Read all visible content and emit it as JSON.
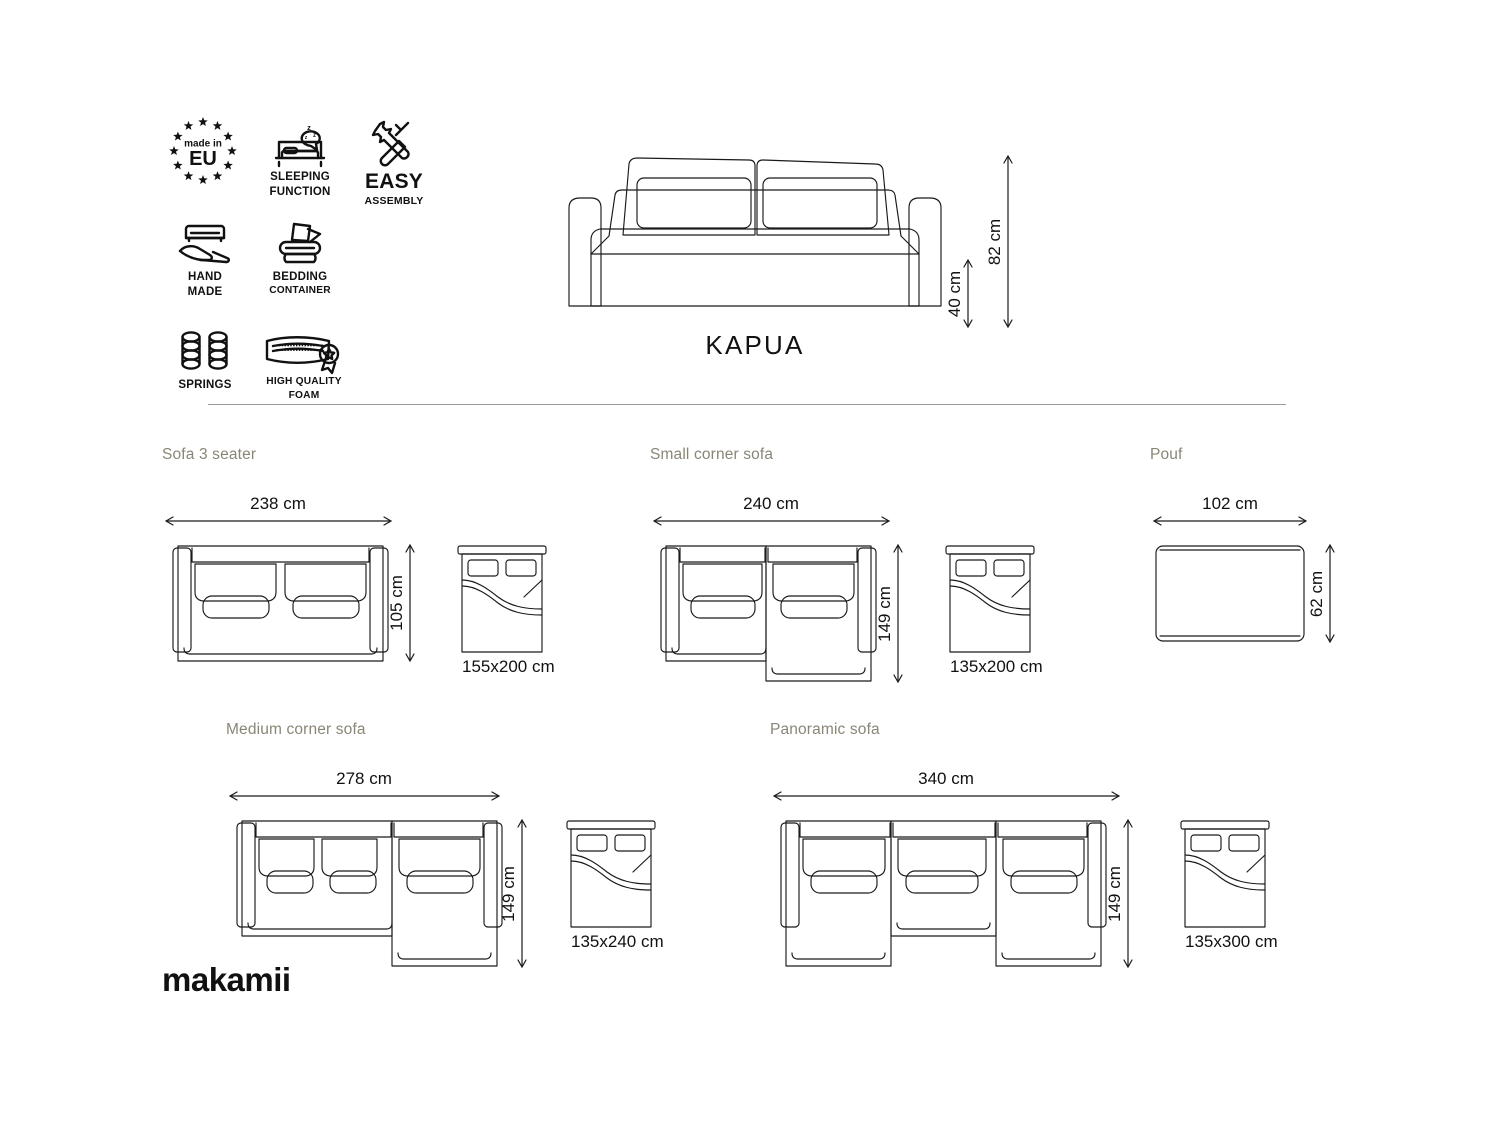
{
  "product": {
    "name": "KAPUA",
    "brand": "makamii"
  },
  "features": [
    {
      "id": "made-in-eu",
      "icon": "eu-stars-icon",
      "line1": "made in",
      "line2": "EU"
    },
    {
      "id": "sleeping",
      "icon": "sleeping-sofa-icon",
      "line1": "SLEEPING",
      "line2": "FUNCTION"
    },
    {
      "id": "easy-assembly",
      "icon": "tools-icon",
      "line1": "EASY",
      "line2": "ASSEMBLY"
    },
    {
      "id": "hand-made",
      "icon": "hand-sofa-icon",
      "line1": "HAND",
      "line2": "MADE"
    },
    {
      "id": "bedding",
      "icon": "bedding-stack-icon",
      "line1": "BEDDING",
      "line2": "CONTAINER"
    },
    {
      "id": "springs",
      "icon": "coil-springs-icon",
      "line1": "SPRINGS",
      "line2": ""
    },
    {
      "id": "high-foam",
      "icon": "foam-award-icon",
      "line1": "HIGH QUALITY",
      "line2": "FOAM"
    }
  ],
  "hero": {
    "height_total": "82 cm",
    "height_seat": "40 cm"
  },
  "variants": [
    {
      "id": "sofa-3-seater",
      "title": "Sofa 3 seater",
      "width": "238 cm",
      "depth": "105 cm",
      "bed": "155x200 cm"
    },
    {
      "id": "small-corner-sofa",
      "title": "Small corner sofa",
      "width": "240 cm",
      "depth": "149 cm",
      "bed": "135x200 cm"
    },
    {
      "id": "pouf",
      "title": "Pouf",
      "width": "102 cm",
      "depth": "62 cm",
      "bed": ""
    },
    {
      "id": "medium-corner-sofa",
      "title": "Medium corner sofa",
      "width": "278 cm",
      "depth": "149 cm",
      "bed": "135x240 cm"
    },
    {
      "id": "panoramic-sofa",
      "title": "Panoramic sofa",
      "width": "340 cm",
      "depth": "149 cm",
      "bed": "135x300 cm"
    }
  ],
  "colors": {
    "line": "#1a1a1a",
    "heading": "#8a8676",
    "divider": "#9a9a9a",
    "logo": "#111111",
    "logo_accent": "#b8ad97"
  }
}
